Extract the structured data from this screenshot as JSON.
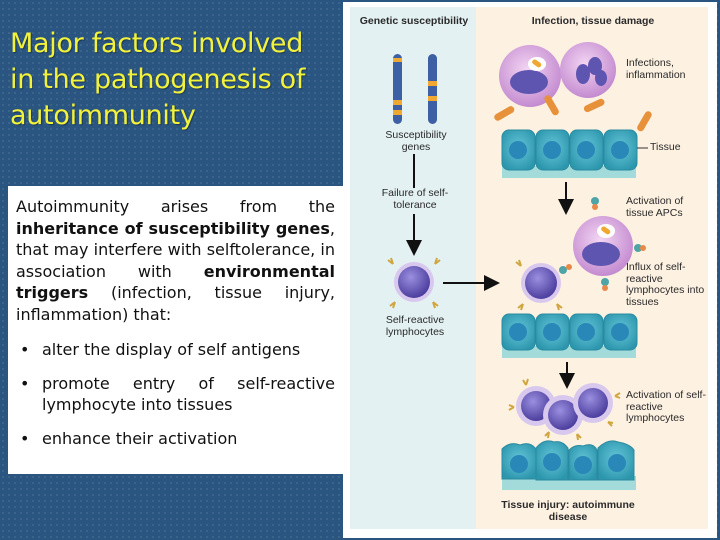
{
  "slide": {
    "title": "Major factors involved in the pathogenesis of autoimmunity",
    "body": {
      "intro_parts": [
        "Autoimmunity arises from the ",
        "inheritance of susceptibility genes",
        ", that may interfere with selftolerance, in association with ",
        "environmental triggers",
        " (infection, tissue injury, inflammation) that:"
      ],
      "bullets": [
        "alter the display of self antigens",
        "promote entry of self-reactive lymphocyte into tissues",
        "enhance their activation"
      ]
    },
    "colors": {
      "background": "#2a5580",
      "title": "#f2f23c",
      "textbox": "#ffffff",
      "panel_left": "#e4f1f2",
      "panel_right": "#fdf1e1",
      "chromosome": "#3d5fa3",
      "band": "#f0a830",
      "tissue": "#3aa7bd",
      "lymphocyte": "#7b6fc2",
      "apc": "#d9a8dc"
    }
  },
  "figure": {
    "left_header": "Genetic susceptibility",
    "right_header": "Infection, tissue damage",
    "labels": {
      "susceptibility_genes": "Susceptibility genes",
      "failure_self_tolerance": "Failure of self-tolerance",
      "self_reactive_lymphocytes": "Self-reactive lymphocytes",
      "infections_inflammation": "Infections, inflammation",
      "tissue": "Tissue",
      "activation_apcs": "Activation of tissue APCs",
      "influx": "Influx of self-reactive lymphocytes into tissues",
      "activation_lymphocytes": "Activation of self-reactive lymphocytes",
      "tissue_injury": "Tissue injury: autoimmune disease"
    }
  }
}
